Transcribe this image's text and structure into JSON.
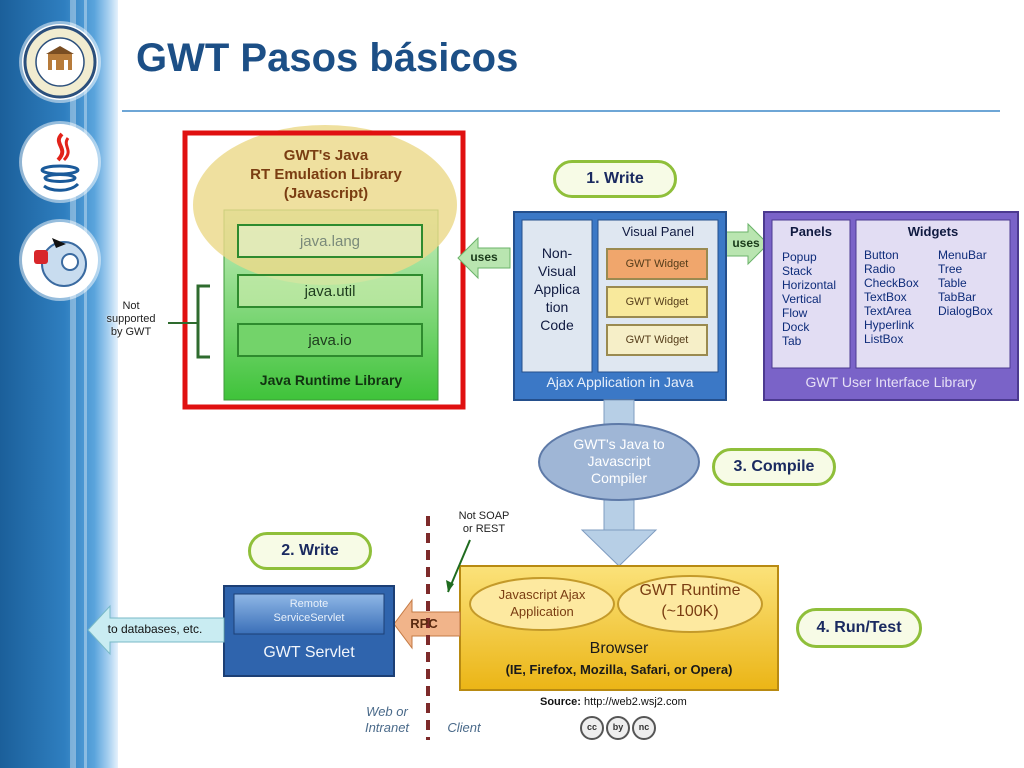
{
  "slide": {
    "title": "GWT Pasos básicos"
  },
  "colors": {
    "title": "#1c4f86",
    "highlight": "#e01010",
    "ajax_panel": "#3b78c6",
    "ui_lib": "#7a63c8",
    "browser": "#f2c322"
  },
  "icons": [
    "university-seal-icon",
    "java-logo-icon",
    "gwt-logo-icon"
  ],
  "diagram": {
    "steps": {
      "write1": "1. Write",
      "write2": "2. Write",
      "compile": "3. Compile",
      "run": "4. Run/Test"
    },
    "emulation": {
      "line1": "GWT's Java",
      "line2": "RT Emulation Library",
      "line3": "(Javascript)"
    },
    "runtime": {
      "lang": "java.lang",
      "util": "java.util",
      "io": "java.io",
      "caption": "Java Runtime Library"
    },
    "not_supported": {
      "line1": "Not",
      "line2": "supported",
      "line3": "by GWT"
    },
    "uses_left": "uses",
    "uses_right": "uses",
    "ajax": {
      "nonvisual": {
        "l1": "Non-",
        "l2": "Visual",
        "l3": "Applica",
        "l4": "tion",
        "l5": "Code"
      },
      "visual_panel": "Visual Panel",
      "widget1": "GWT Widget",
      "widget2": "GWT Widget",
      "widget3": "GWT Widget",
      "caption": "Ajax Application in Java"
    },
    "ui_library": {
      "panels_title": "Panels",
      "panels": [
        "Popup",
        "Stack",
        "Horizontal",
        "Vertical",
        "Flow",
        "Dock",
        "Tab"
      ],
      "widgets_title": "Widgets",
      "widgets_col1": [
        "Button",
        "Radio",
        "CheckBox",
        "TextBox",
        "TextArea",
        "Hyperlink",
        "ListBox"
      ],
      "widgets_col2": [
        "MenuBar",
        "Tree",
        "Table",
        "TabBar",
        "DialogBox"
      ],
      "caption": "GWT User Interface Library"
    },
    "compiler": {
      "l1": "GWT's Java to",
      "l2": "Javascript",
      "l3": "Compiler"
    },
    "browser": {
      "js_app_l1": "Javascript Ajax",
      "js_app_l2": "Application",
      "runtime_l1": "GWT Runtime",
      "runtime_l2": "(~100K)",
      "title": "Browser",
      "subtitle": "(IE, Firefox, Mozilla, Safari, or Opera)"
    },
    "servlet": {
      "remote_l1": "Remote",
      "remote_l2": "ServiceServlet",
      "caption": "GWT Servlet"
    },
    "rpc": "RPC",
    "not_soap": {
      "l1": "Not SOAP",
      "l2": "or REST"
    },
    "to_databases": "to databases, etc.",
    "web_intranet": {
      "l1": "Web or",
      "l2": "Intranet"
    },
    "client": "Client",
    "source_label": "Source:",
    "source_url": "http://web2.wsj2.com",
    "license_badges": [
      "cc",
      "by",
      "nc"
    ]
  }
}
